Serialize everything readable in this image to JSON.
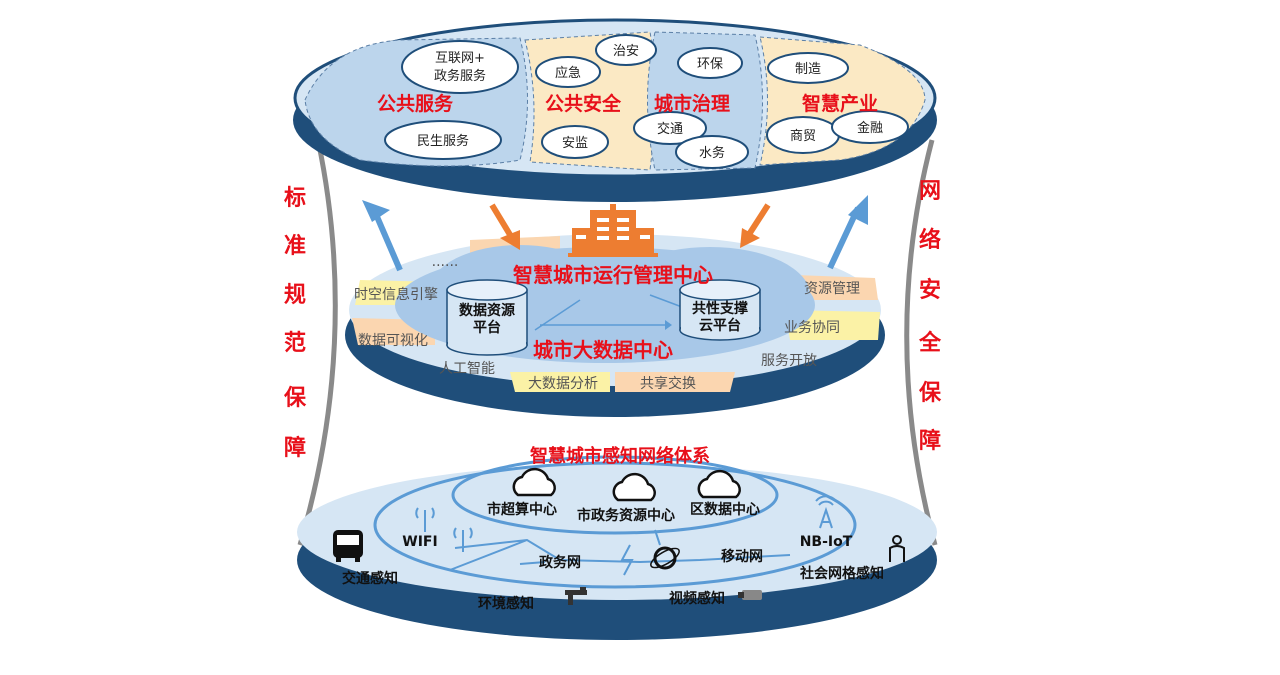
{
  "colors": {
    "accent_red": "#e8101a",
    "rim_blue": "#1f4e7a",
    "surface_blue": "#d6e6f4",
    "orange": "#ed7d31",
    "arrow_blue": "#5b9bd5",
    "beige": "#fbe9c4"
  },
  "top_layer": {
    "domains": [
      {
        "title": "公共服务",
        "items": [
          "互联网+",
          "政务服务",
          "民生服务"
        ]
      },
      {
        "title": "公共安全",
        "items": [
          "治安",
          "应急",
          "安监"
        ]
      },
      {
        "title": "城市治理",
        "items": [
          "环保",
          "交通",
          "水务"
        ]
      },
      {
        "title": "智慧产业",
        "items": [
          "制造",
          "商贸",
          "金融"
        ]
      }
    ]
  },
  "side_labels": {
    "left": [
      "标",
      "准",
      "规",
      "范",
      "保",
      "障"
    ],
    "right": [
      "网",
      "络",
      "安",
      "全",
      "保",
      "障"
    ]
  },
  "middle_layer": {
    "title": "智慧城市运行管理中心",
    "subtitle": "城市大数据中心",
    "cylinder_left": [
      "数据资源",
      "平台"
    ],
    "cylinder_right": [
      "共性支撑",
      "云平台"
    ],
    "ring_items": [
      "......",
      "时空信息引擎",
      "数据可视化",
      "人工智能",
      "大数据分析",
      "共享交换",
      "服务开放",
      "业务协同",
      "资源管理"
    ]
  },
  "bottom_layer": {
    "title": "智慧城市感知网络体系",
    "centers": [
      "市超算中心",
      "市政务资源中心",
      "区数据中心"
    ],
    "networks": [
      "WIFI",
      "政务网",
      "移动网",
      "NB-IoT"
    ],
    "sensing": [
      "交通感知",
      "环境感知",
      "视频感知",
      "社会网格感知"
    ]
  }
}
